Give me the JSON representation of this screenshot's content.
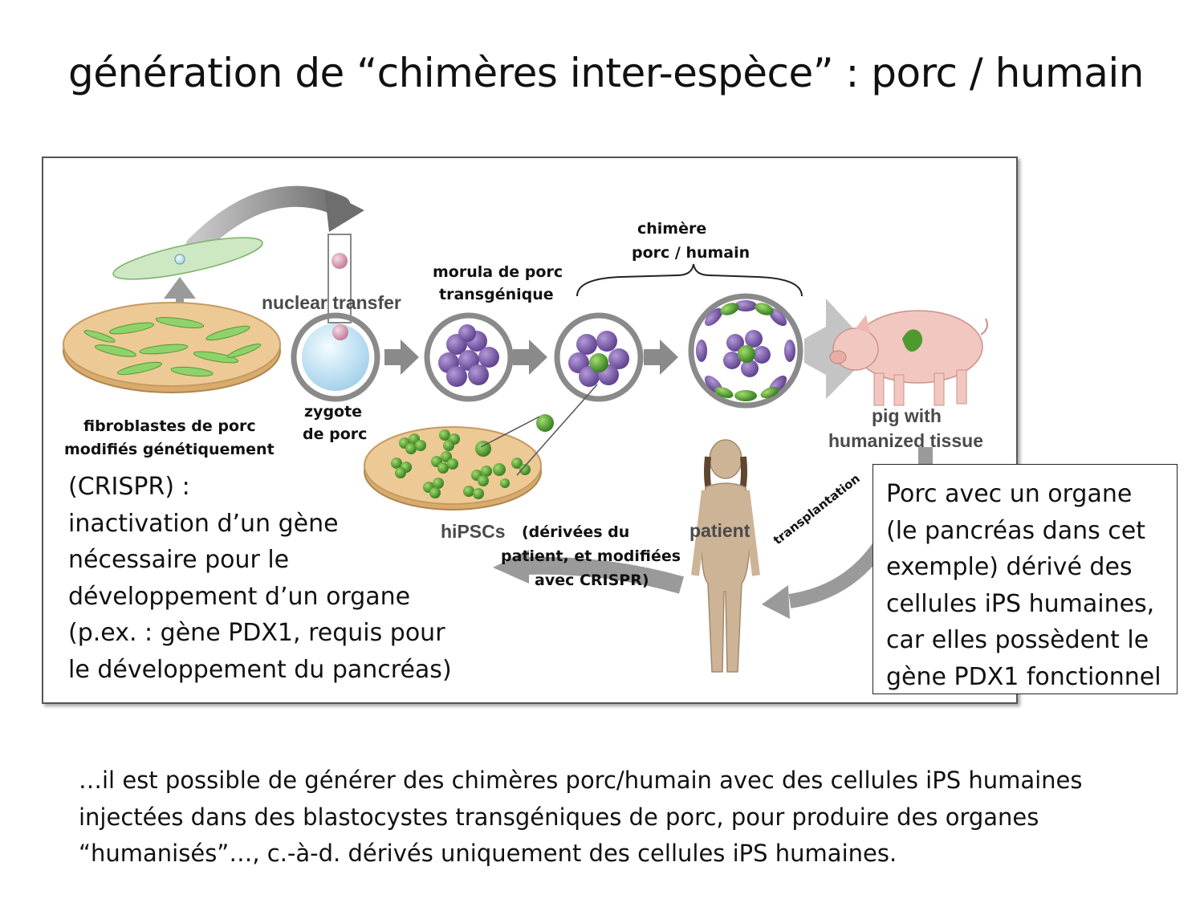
{
  "slide": {
    "title": "génération de “chimères inter-espèce” : porc / humain"
  },
  "figure": {
    "labels": {
      "fibro1": "fibroblastes de porc",
      "fibro2": "modifiés génétiquement",
      "zygote1": "zygote",
      "zygote2": "de porc",
      "nuclear_transfer": "nuclear transfer",
      "morula1": "morula de porc",
      "morula2": "transgénique",
      "chimere1": "chimère",
      "chimere2": "porc / humain",
      "pig1": "pig with",
      "pig2": "humanized tissue",
      "hipscs": "hiPSCs",
      "hipscs_note1": "(dérivées du",
      "hipscs_note2": "patient, et modifiées",
      "hipscs_note3": "avec CRISPR)",
      "patient": "patient",
      "transplantation": "transplantation"
    },
    "crispr_text": [
      "(CRISPR) :",
      "inactivation d’un gène",
      "nécessaire pour le",
      "développement d’un organe",
      "(p.ex. : gène PDX1, requis pour",
      "le développement du pancréas)"
    ]
  },
  "callout": {
    "lines": [
      "Porc avec un organe",
      "(le pancréas dans cet",
      "exemple) dérivé des",
      "cellules iPS humaines,",
      "car elles possèdent le",
      "gène PDX1 fonctionnel"
    ]
  },
  "conclusion": {
    "lines": [
      "…il est possible de générer des chimères porc/humain avec des cellules iPS humaines",
      "injectées dans des blastocystes transgéniques de porc, pour produire des organes",
      "“humanisés”…, c.-à-d. dérivés uniquement des cellules iPS humaines."
    ]
  },
  "colors": {
    "dish": "#e9c48e",
    "cell_green": "#4f9a2e",
    "cell_purple": "#7a5aa8",
    "arrow_gray": "#8a8a8a",
    "pig_pink": "#f2c7c0",
    "human_tan": "#cdb497"
  }
}
